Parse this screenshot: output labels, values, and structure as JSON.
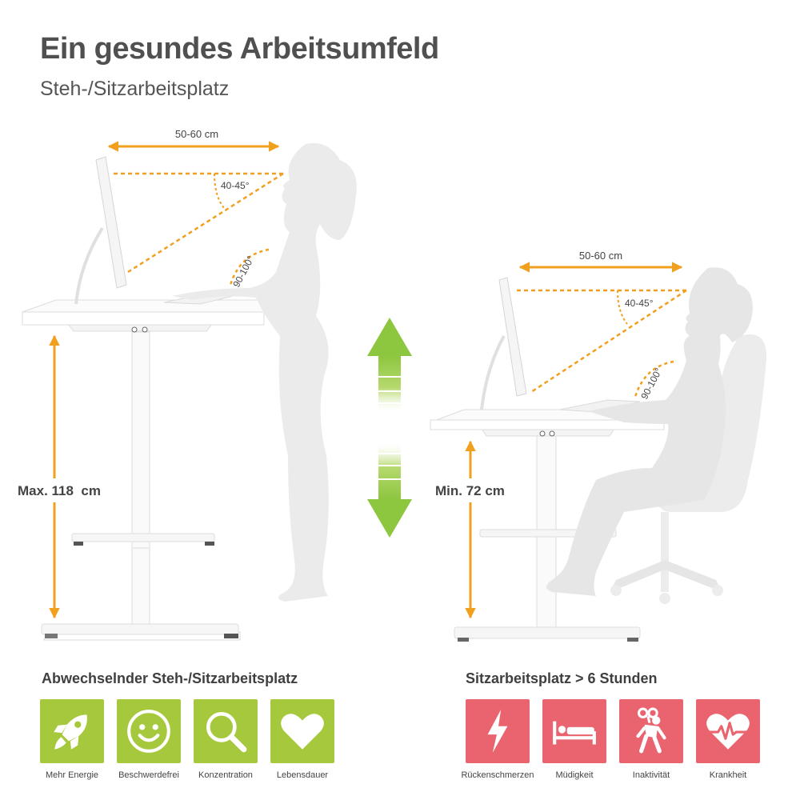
{
  "header": {
    "title": "Ein gesundes Arbeitsumfeld",
    "subtitle": "Steh-/Sitzarbeitsplatz"
  },
  "standing": {
    "distance_label": "50-60 cm",
    "view_angle_label": "40-45°",
    "arm_angle_label": "90-100°",
    "height_label": "Max. 118  cm"
  },
  "sitting": {
    "distance_label": "50-60 cm",
    "view_angle_label": "40-45°",
    "arm_angle_label": "90-100°",
    "height_label": "Min. 72 cm"
  },
  "benefits": {
    "heading": "Abwechselnder Steh-/Sitzarbeitsplatz",
    "color": "#a6c83c",
    "items": [
      {
        "icon": "rocket-icon",
        "label": "Mehr Energie"
      },
      {
        "icon": "smiley-icon",
        "label": "Beschwerdefrei"
      },
      {
        "icon": "magnifier-icon",
        "label": "Konzentration"
      },
      {
        "icon": "heart-icon",
        "label": "Lebensdauer"
      }
    ]
  },
  "risks": {
    "heading": "Sitzarbeitsplatz > 6 Stunden",
    "color": "#ea6470",
    "items": [
      {
        "icon": "lightning-icon",
        "label": "Rückenschmerzen"
      },
      {
        "icon": "bed-icon",
        "label": "Müdigkeit"
      },
      {
        "icon": "wind-up-figure-icon",
        "label": "Inaktivität"
      },
      {
        "icon": "heartbeat-icon",
        "label": "Krankheit"
      }
    ]
  },
  "colors": {
    "measure_orange": "#f0a01e",
    "arrow_green": "#94c93a",
    "silhouette": "#ebebeb"
  }
}
